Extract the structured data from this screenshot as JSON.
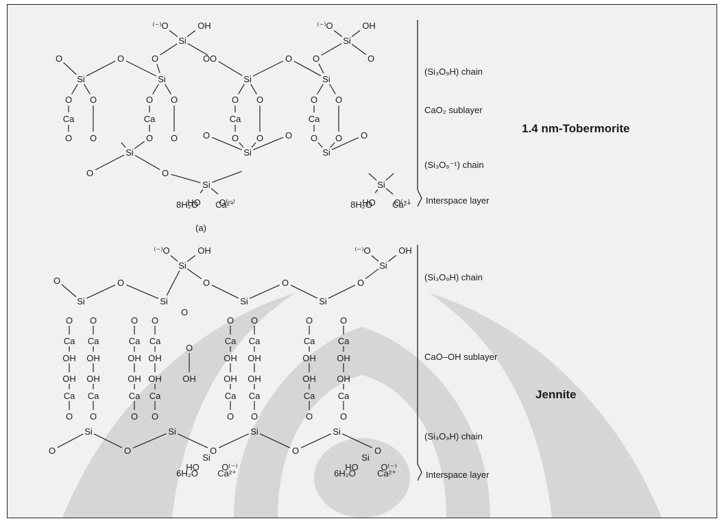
{
  "figure": {
    "tobermorite": {
      "title": "1.4 nm-Tobermorite",
      "panel_label": "(a)",
      "layers": [
        {
          "label": "(Si₃O₉H) chain"
        },
        {
          "label": "CaO₂ sublayer"
        },
        {
          "label": "(Si₃O₉⁻¹) chain"
        },
        {
          "label": "Interspace layer"
        }
      ],
      "atoms": {
        "si": "Si",
        "o": "O",
        "oh": "OH",
        "ho": "HO",
        "ca": "Ca",
        "o_minus": "O⁽⁻⁾",
        "minus_o": "⁽⁻⁾O",
        "water": "8H₂O",
        "ca_ion": "Ca²⁺"
      }
    },
    "jennite": {
      "title": "Jennite",
      "layers": [
        {
          "label": "(Si₃O₉H) chain"
        },
        {
          "label": "CaO–OH sublayer"
        },
        {
          "label": "(Si₃O₉H) chain"
        },
        {
          "label": "Interspace layer"
        }
      ],
      "atoms": {
        "water": "6H₂O",
        "ca_ion": "Ca²⁺"
      }
    }
  },
  "colors": {
    "background": "#f1f1f1",
    "ink": "#1a1a1a",
    "watermark": "#cfcfcf"
  }
}
